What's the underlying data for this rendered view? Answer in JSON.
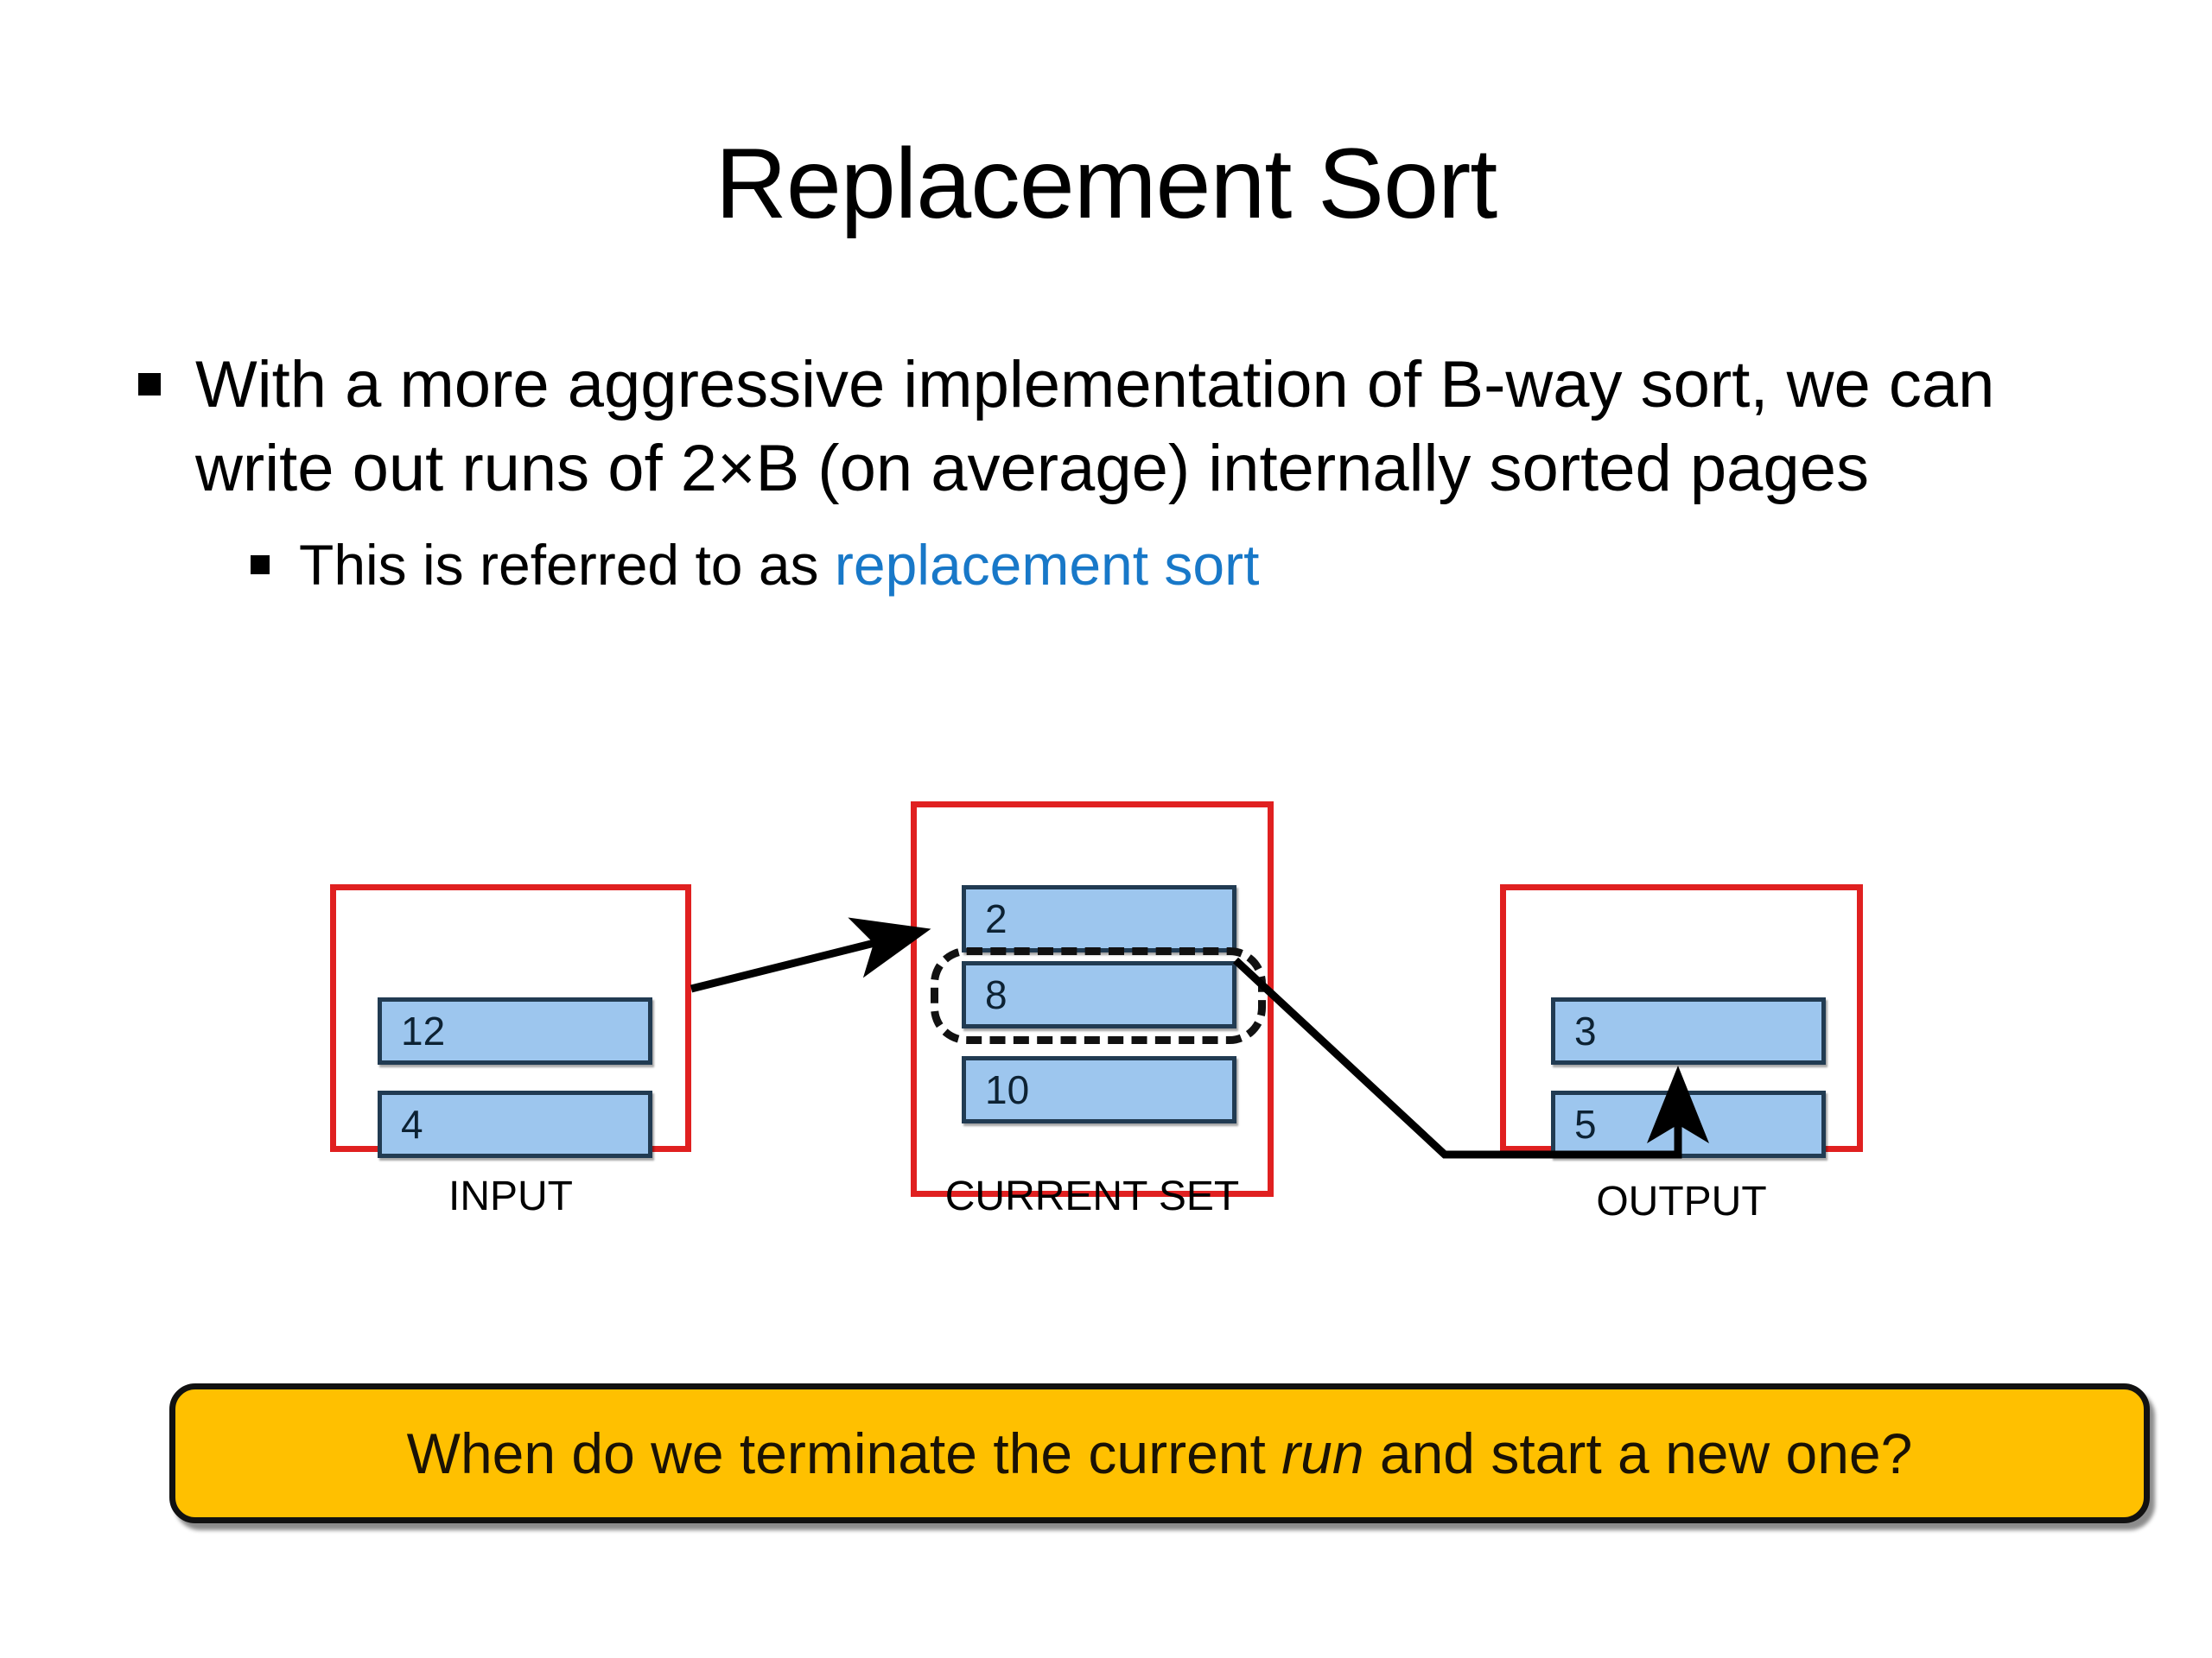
{
  "slide": {
    "title": "Replacement Sort",
    "bullets": [
      {
        "level": 1,
        "marker": "square-bullet",
        "text": "With a more aggressive implementation of B-way sort, we can write out runs of 2×B (on average) internally sorted pages"
      },
      {
        "level": 2,
        "marker": "square-bullet",
        "text_plain": "This is referred to as ",
        "text_accent": "replacement sort",
        "accent_color": "#1878C8"
      }
    ]
  },
  "diagram": {
    "border_color": "#E02020",
    "page_fill": "#9DC6EE",
    "page_border": "#213B52",
    "highlight_style": "dashed-rounded",
    "groups": [
      {
        "id": "input",
        "caption": "INPUT",
        "pages": [
          {
            "value": "12",
            "highlighted": false
          },
          {
            "value": "4",
            "highlighted": false
          }
        ]
      },
      {
        "id": "current-set",
        "caption": "CURRENT SET",
        "pages": [
          {
            "value": "2",
            "highlighted": false
          },
          {
            "value": "8",
            "highlighted": true
          },
          {
            "value": "10",
            "highlighted": false
          }
        ]
      },
      {
        "id": "output",
        "caption": "OUTPUT",
        "pages": [
          {
            "value": "3",
            "highlighted": false
          },
          {
            "value": "5",
            "highlighted": false
          }
        ]
      }
    ],
    "arrows": [
      {
        "id": "input-to-current-set",
        "from": "input",
        "to": "current-set"
      },
      {
        "id": "current-set-to-output",
        "from": "current-set-page-8",
        "to": "output-page-5"
      }
    ]
  },
  "callout": {
    "background": "#FFC000",
    "text_before": "When do we terminate the current ",
    "text_italic": "run",
    "text_after": " and start a new one?"
  }
}
